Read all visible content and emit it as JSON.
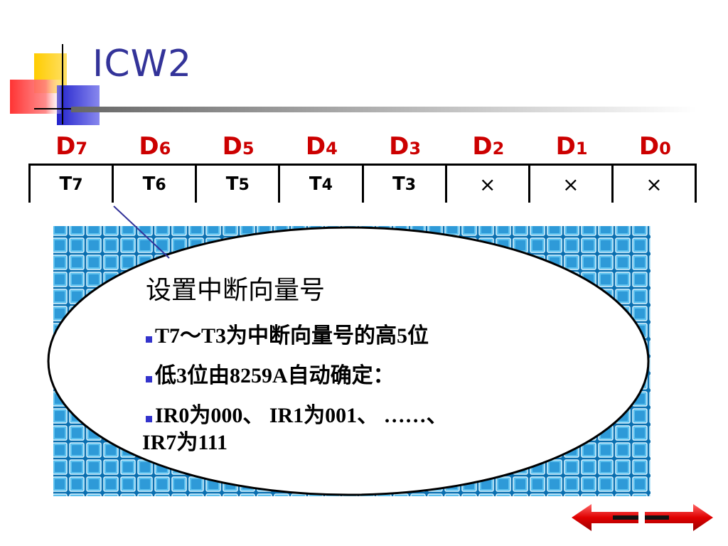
{
  "slide": {
    "title": "ICW2"
  },
  "bits": [
    {
      "base": "D",
      "sub": "7"
    },
    {
      "base": "D",
      "sub": "6"
    },
    {
      "base": "D",
      "sub": "5"
    },
    {
      "base": "D",
      "sub": "4"
    },
    {
      "base": "D",
      "sub": "3"
    },
    {
      "base": "D",
      "sub": "2"
    },
    {
      "base": "D",
      "sub": "1"
    },
    {
      "base": "D",
      "sub": "0"
    }
  ],
  "register": [
    {
      "base": "T",
      "sub": "7"
    },
    {
      "base": "T",
      "sub": "6"
    },
    {
      "base": "T",
      "sub": "5"
    },
    {
      "base": "T",
      "sub": "4"
    },
    {
      "base": "T",
      "sub": "3"
    },
    {
      "base": "×",
      "sub": ""
    },
    {
      "base": "×",
      "sub": ""
    },
    {
      "base": "×",
      "sub": ""
    }
  ],
  "callout": {
    "title": "设置中断向量号",
    "line1": "T7～T3为中断向量号的高5位",
    "line2": "低3位由8259A自动确定：",
    "line3a": "IR0为000、 IR1为001、 ……、",
    "line3b": "IR7为111"
  },
  "colors": {
    "title": "#333399",
    "bit_label": "#cc0000",
    "bullet": "#3333cc",
    "arrow": "#e00000"
  },
  "icons": {
    "prev": "arrow-left-icon",
    "next": "arrow-right-icon"
  }
}
